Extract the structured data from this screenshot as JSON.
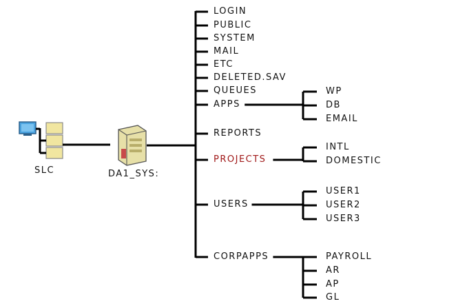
{
  "colors": {
    "line": "#000000",
    "text": "#111111",
    "accent": "#a01818",
    "server_body": "#e7e0a8",
    "server_outline": "#555555",
    "monitor": "#4aa3e0",
    "org_box": "#f1e6a0"
  },
  "nodes": {
    "organization": {
      "label": "SLC",
      "icon": "organization-icon"
    },
    "volume": {
      "label": "DA1_SYS:",
      "icon": "volume-icon"
    },
    "computer": {
      "icon": "computer-icon"
    }
  },
  "directories": [
    {
      "label": "LOGIN",
      "accent": false,
      "children": []
    },
    {
      "label": "PUBLIC",
      "accent": false,
      "children": []
    },
    {
      "label": "SYSTEM",
      "accent": false,
      "children": []
    },
    {
      "label": "MAIL",
      "accent": false,
      "children": []
    },
    {
      "label": "ETC",
      "accent": false,
      "children": []
    },
    {
      "label": "DELETED.SAV",
      "accent": false,
      "children": []
    },
    {
      "label": "QUEUES",
      "accent": false,
      "children": []
    },
    {
      "label": "APPS",
      "accent": false,
      "children": [
        "WP",
        "DB",
        "EMAIL"
      ]
    },
    {
      "label": "REPORTS",
      "accent": false,
      "children": []
    },
    {
      "label": "PROJECTS",
      "accent": true,
      "children": [
        "INTL",
        "DOMESTIC"
      ]
    },
    {
      "label": "USERS",
      "accent": false,
      "children": [
        "USER1",
        "USER2",
        "USER3"
      ]
    },
    {
      "label": "CORPAPPS",
      "accent": false,
      "children": [
        "PAYROLL",
        "AR",
        "AP",
        "GL"
      ]
    }
  ]
}
